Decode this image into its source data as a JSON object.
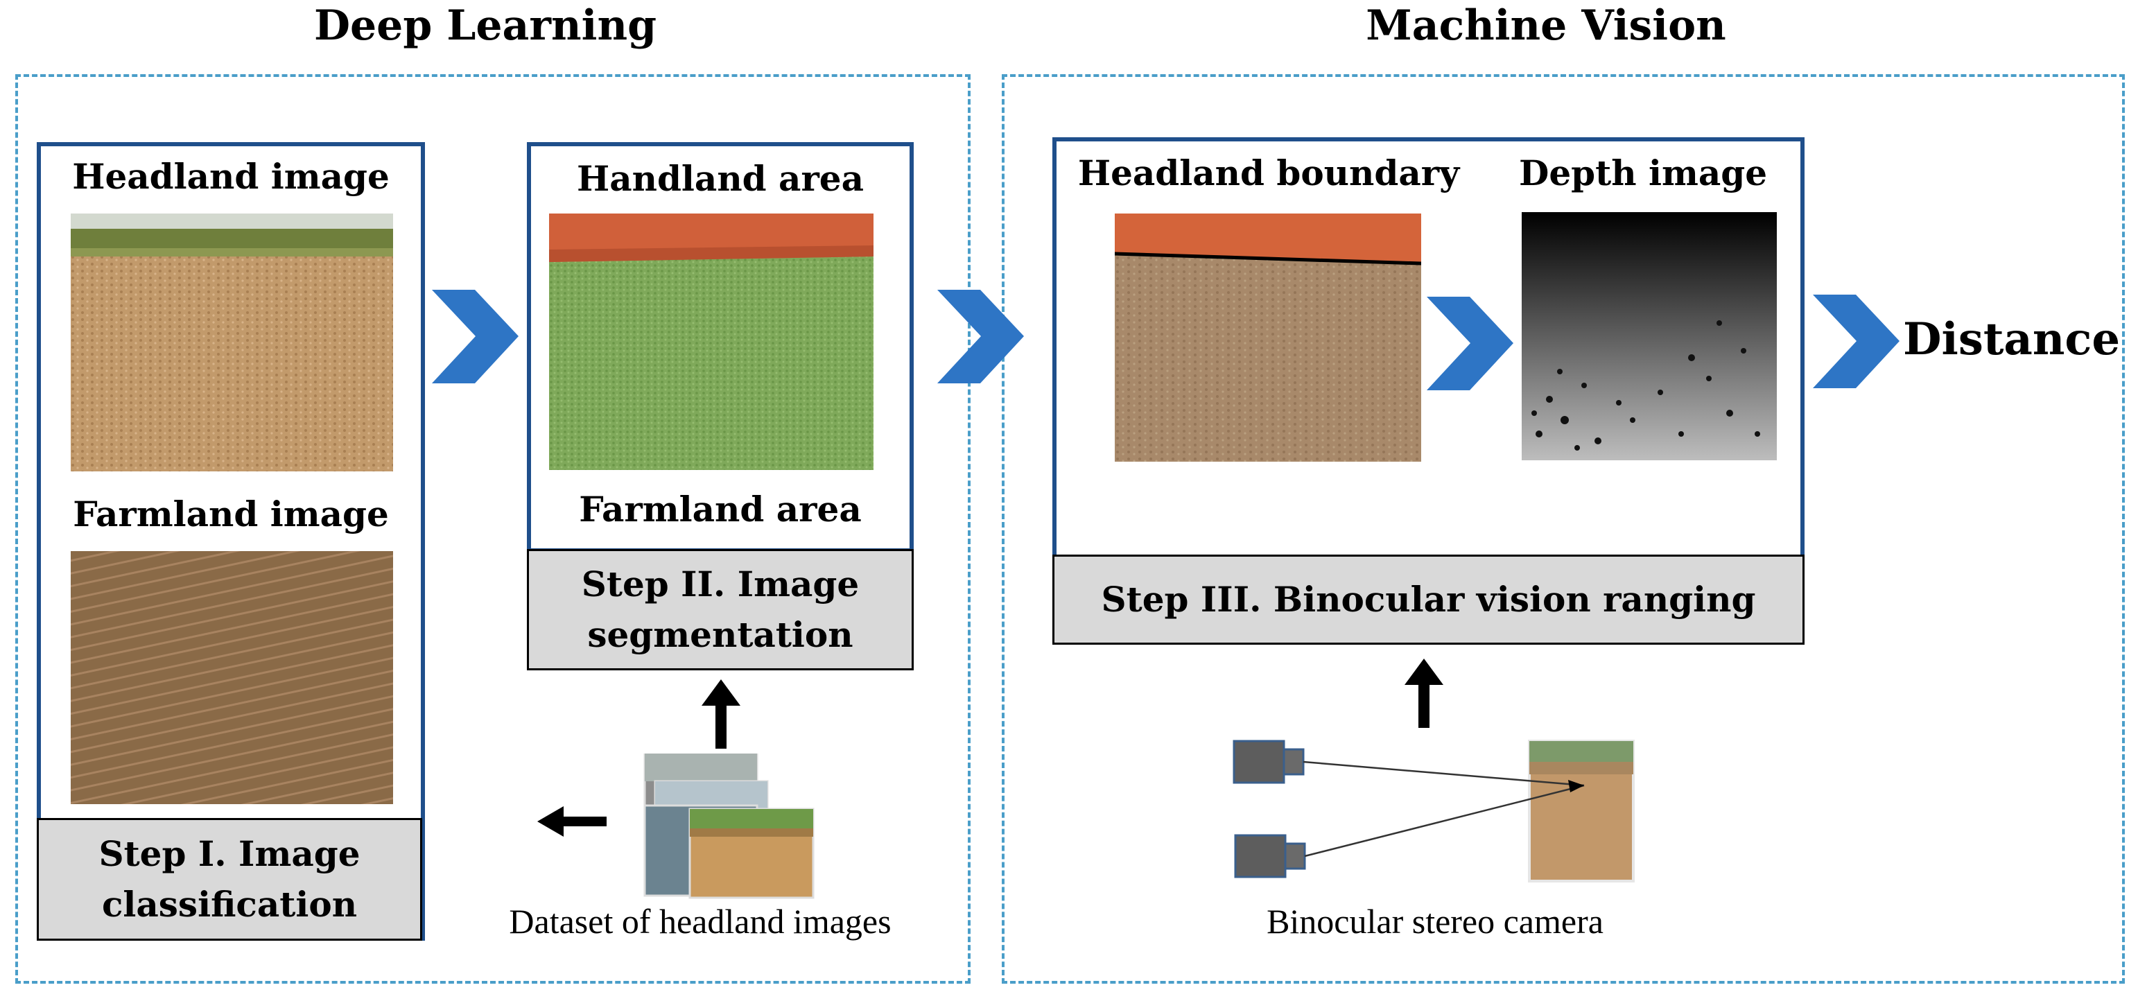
{
  "deep_learning": {
    "title": "Deep Learning",
    "step1": {
      "headland_label": "Headland image",
      "farmland_label": "Farmland image",
      "step_line1": "Step I. Image",
      "step_line2": "classification"
    },
    "step2": {
      "headland_label": "Handland area",
      "farmland_label": "Farmland area",
      "step_line1": "Step II. Image",
      "step_line2": "segmentation"
    },
    "dataset_label": "Dataset of headland images"
  },
  "machine_vision": {
    "title": "Machine Vision",
    "step3": {
      "boundary_label": "Headland  boundary",
      "depth_label": "Depth  image",
      "step_label": "Step III. Binocular vision ranging"
    },
    "camera_label": "Binocular stereo camera",
    "distance_label": "Distance"
  },
  "colors": {
    "dashed_border": "#4a9ec9",
    "panel_border": "#1f4f8b",
    "chevron": "#2e75c5",
    "step_fill": "#d9d9d9"
  }
}
